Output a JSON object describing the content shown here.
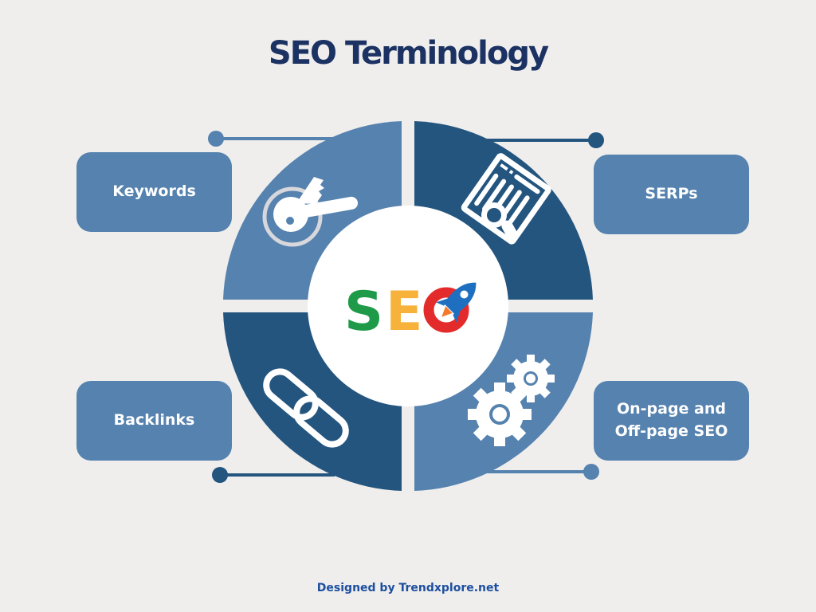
{
  "title": "SEO Terminology",
  "center": {
    "logo_letters": [
      "S",
      "E",
      "O"
    ],
    "logo_colors": {
      "S": "#1e9a48",
      "E": "#f6b23a",
      "O": "#e42b2c",
      "rocket": "#1f6fc0"
    }
  },
  "quadrants": [
    {
      "id": "keywords",
      "label": "Keywords",
      "icon": "key-magnifier-icon",
      "color": "#5582ae"
    },
    {
      "id": "serps",
      "label": "SERPs",
      "icon": "search-results-icon",
      "color": "#23557f"
    },
    {
      "id": "backlinks",
      "label": "Backlinks",
      "icon": "chain-link-icon",
      "color": "#23557f"
    },
    {
      "id": "onpage-offpage",
      "label": "On-page and\nOff-page SEO",
      "icon": "gears-icon",
      "color": "#5582ae"
    }
  ],
  "colors": {
    "background": "#efeeed",
    "title": "#1b3263",
    "box": "#5582ae",
    "dark_blue": "#23557f",
    "footer": "#1c4fa0"
  },
  "footer": "Designed by Trendxplore.net"
}
